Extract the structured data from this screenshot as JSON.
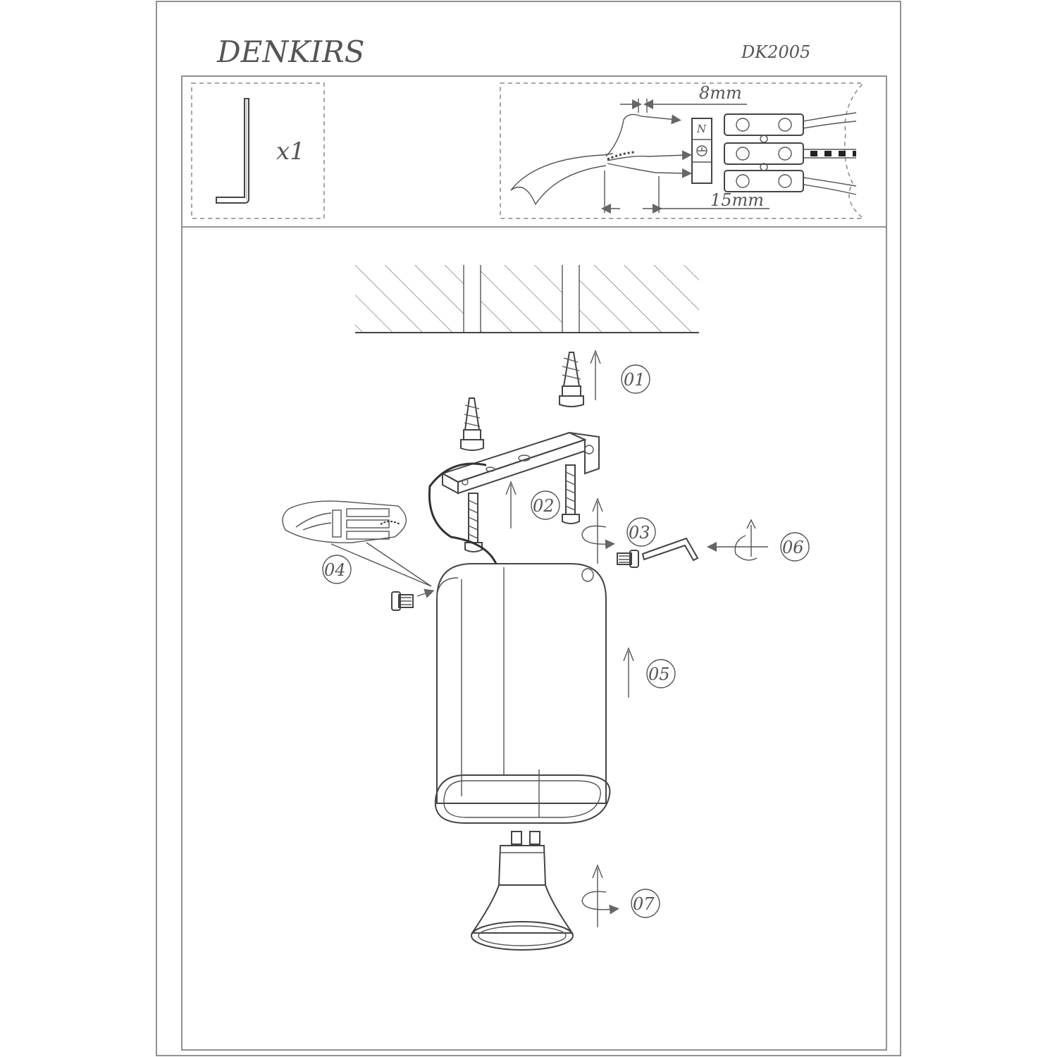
{
  "header": {
    "brand": "DENKIRS",
    "model": "DK2005"
  },
  "accessories": {
    "hex_key_qty": "x1"
  },
  "wiring": {
    "strip_short": "8mm",
    "strip_long": "15mm",
    "terminal_n": "N",
    "terminal_earth_icon": "earth-ground-icon"
  },
  "steps": [
    "01",
    "02",
    "03",
    "04",
    "05",
    "06",
    "07"
  ],
  "colors": {
    "line": "#444444",
    "text": "#555555",
    "background": "#ffffff"
  }
}
